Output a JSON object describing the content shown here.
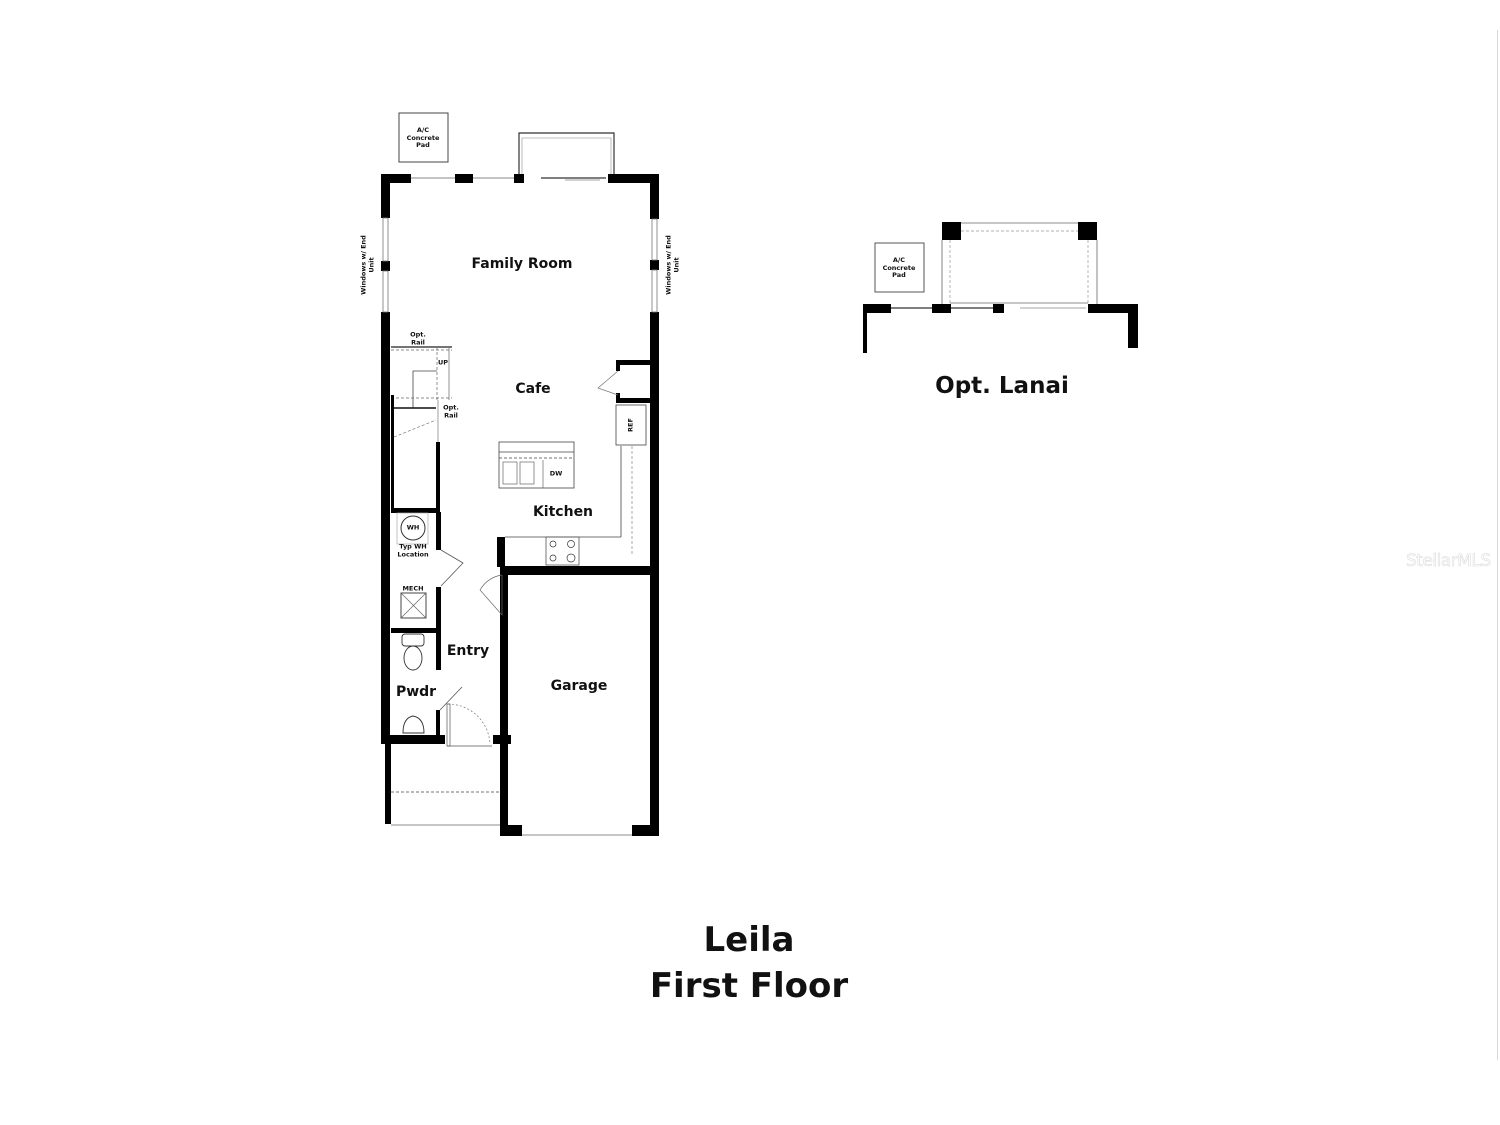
{
  "plan": {
    "title": "Leila",
    "subtitle": "First Floor",
    "rooms": {
      "family_room": "Family Room",
      "cafe": "Cafe",
      "kitchen": "Kitchen",
      "entry": "Entry",
      "pwdr": "Pwdr",
      "garage": "Garage"
    },
    "annotations": {
      "ac_pad": "A/C Concrete Pad",
      "windows_left": "Windows w/ End Unit",
      "windows_right": "Windows w/ End Unit",
      "opt_rail_top": "Opt. Rail",
      "opt_rail_side": "Opt. Rail",
      "stairs_up": "UP",
      "refrigerator": "REF",
      "dishwasher": "DW",
      "water_heater": "WH",
      "water_heater_note": "Typ WH Location",
      "mech": "MECH"
    }
  },
  "lanai": {
    "title": "Opt. Lanai",
    "ac_pad": "A/C Concrete Pad"
  },
  "watermark": "StellarMLS",
  "colors": {
    "wall": "#000000",
    "line": "#555555",
    "background": "#ffffff"
  }
}
